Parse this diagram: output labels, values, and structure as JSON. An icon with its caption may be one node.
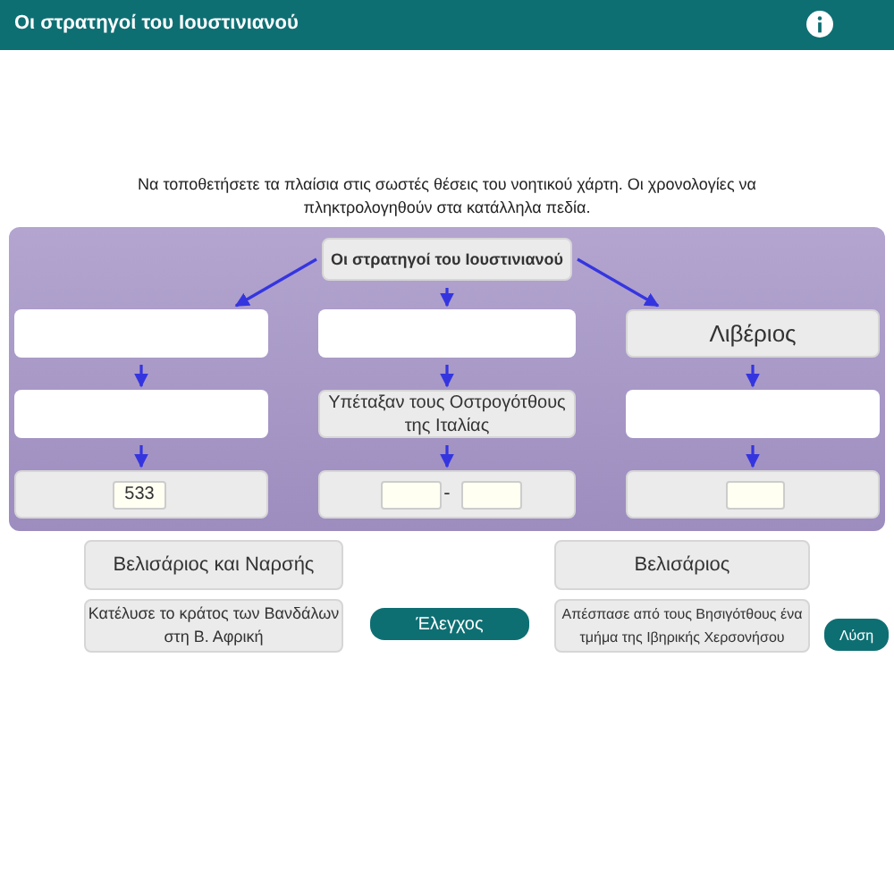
{
  "diagram": {
    "title": "Οι στρατηγοί του Ιουστινιανού",
    "nodes": [
      {
        "text": [
          "Οι στρατηγοί του Ιουστινιανού"
        ]
      },
      {
        "text": [],
        "shape": "box"
      },
      {
        "text": [],
        "shape": "box"
      },
      {
        "text": [
          "Λιβέριος"
        ]
      },
      {
        "text": [],
        "shape": "box"
      },
      {
        "text": [
          "Υπέταξαν τους Οστρογότθους της Ιταλίας"
        ]
      },
      {
        "text": [],
        "shape": "box"
      },
      {
        "text": [
          "533"
        ]
      },
      {
        "text": [
          "-"
        ]
      },
      {
        "text": [],
        "shape": "box"
      },
      {
        "text": [
          "Βελισάριος και Ναρσής"
        ]
      },
      {
        "text": [
          "Βελισάριος"
        ]
      },
      {
        "text": [
          "Κατέλυσε το κράτος των Βανδάλων στη Β. Αφρική"
        ]
      },
      {
        "text": [
          "Απέσπασε από τους Βησιγότθους ένα τμήμα της Ιβηρικής Χερσονήσου"
        ]
      }
    ],
    "edges": [
      {
        "from": 0,
        "to": 1,
        "arrow": "to"
      },
      {
        "from": 0,
        "to": 2,
        "arrow": "to"
      },
      {
        "from": 0,
        "to": 3,
        "arrow": "to"
      },
      {
        "from": 1,
        "to": 4,
        "arrow": "to"
      },
      {
        "from": 2,
        "to": 5,
        "arrow": "to"
      },
      {
        "from": 3,
        "to": 6,
        "arrow": "to"
      },
      {
        "from": 4,
        "to": 7,
        "arrow": "to"
      },
      {
        "from": 5,
        "to": 8,
        "arrow": "to"
      },
      {
        "from": 6,
        "to": 9,
        "arrow": "to"
      }
    ],
    "labels": [
      "Να τοποθετήσετε τα πλαίσια στις σωστές θέσεις του νοητικού χάρτη. Οι χρονολογίες να πληκτρολογηθούν στα κατάλληλα πεδία.",
      "Έλεγχος",
      "Λύση"
    ]
  }
}
